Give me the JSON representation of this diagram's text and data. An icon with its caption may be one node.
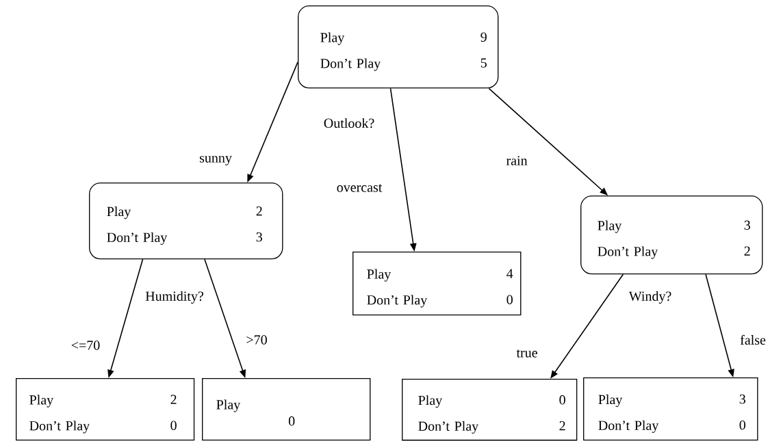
{
  "diagram": {
    "nodes": [
      {
        "text": [
          "Play",
          "9",
          "Don’t Play",
          "5"
        ]
      },
      {
        "text": [
          "Play",
          "2",
          "Don’t Play",
          "3"
        ]
      },
      {
        "text": [
          "Play",
          "4",
          "Don’t Play",
          "0"
        ]
      },
      {
        "text": [
          "Play",
          "3",
          "Don’t Play",
          "2"
        ]
      },
      {
        "text": [
          "Play",
          "2",
          "Don’t Play",
          "0"
        ]
      },
      {
        "text": [
          "Play",
          "0"
        ]
      },
      {
        "text": [
          "Play",
          "0",
          "Don’t Play",
          "2"
        ]
      },
      {
        "text": [
          "Play",
          "3",
          "Don’t Play",
          "0"
        ]
      }
    ],
    "edges": [
      {
        "from": 0,
        "to": 1,
        "arrow": "to",
        "label": "sunny"
      },
      {
        "from": 0,
        "to": 2,
        "arrow": "to",
        "label": "overcast"
      },
      {
        "from": 0,
        "to": 3,
        "arrow": "to",
        "label": "rain"
      },
      {
        "from": 1,
        "to": 4,
        "arrow": "to",
        "label": "<=70"
      },
      {
        "from": 1,
        "to": 5,
        "arrow": "to",
        "label": ">70"
      },
      {
        "from": 3,
        "to": 6,
        "arrow": "to",
        "label": "true"
      },
      {
        "from": 3,
        "to": 7,
        "arrow": "to",
        "label": "false"
      }
    ],
    "labels": [
      "Outlook?",
      "Humidity?",
      "Windy?"
    ]
  }
}
